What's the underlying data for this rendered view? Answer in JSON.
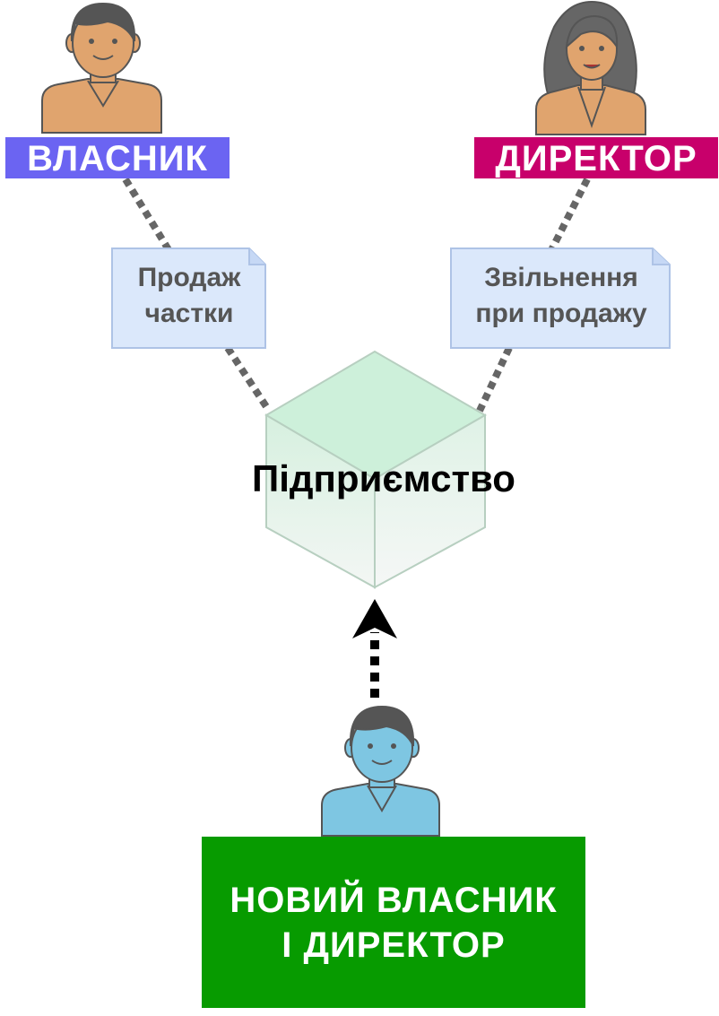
{
  "owner": {
    "label": "ВЛАСНИК",
    "bg_color": "#6b64f2",
    "skin_color": "#e0a46e"
  },
  "director": {
    "label": "ДИРЕКТОР",
    "bg_color": "#c8006b",
    "skin_color": "#e0a46e"
  },
  "notes": [
    {
      "lines": [
        "Продаж",
        "частки"
      ]
    },
    {
      "lines": [
        "Звільнення",
        "при продажу"
      ]
    }
  ],
  "company": {
    "label": "Підприємство",
    "color": "#d4f2e0"
  },
  "new_owner": {
    "lines": [
      "НОВИЙ ВЛАСНИК",
      "І ДИРЕКТОР"
    ],
    "bg_color": "#079b00",
    "skin_color": "#7ec6e2"
  }
}
